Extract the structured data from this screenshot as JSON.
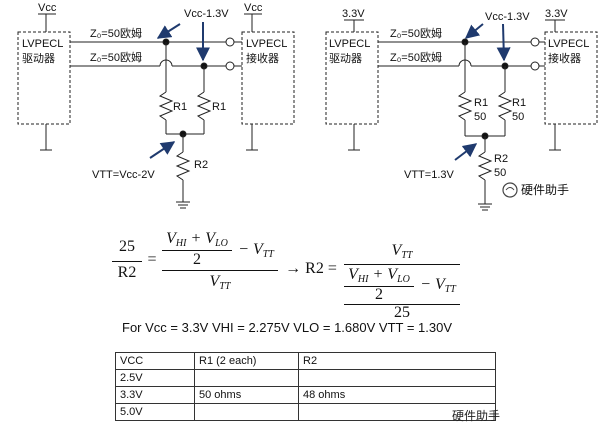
{
  "left_circuit": {
    "vcc_left": "Vcc",
    "vcc_right": "Vcc",
    "vcc_annotation": "Vcc-1.3V",
    "z0_top": "Z₀=50欧姆",
    "z0_bottom": "Z₀=50欧姆",
    "driver_line1": "LVPECL",
    "driver_line2": "驱动器",
    "receiver_line1": "LVPECL",
    "receiver_line2": "接收器",
    "r1_left": "R1",
    "r1_right": "R1",
    "r2": "R2",
    "vtt_label": "VTT=Vcc-2V"
  },
  "right_circuit": {
    "vcc_left": "3.3V",
    "vcc_right": "3.3V",
    "vcc_annotation": "Vcc-1.3V",
    "z0_top": "Z₀=50欧姆",
    "z0_bottom": "Z₀=50欧姆",
    "driver_line1": "LVPECL",
    "driver_line2": "驱动器",
    "receiver_line1": "LVPECL",
    "receiver_line2": "接收器",
    "r1_left": "R1",
    "r1_left_value": "50",
    "r1_right": "R1",
    "r1_right_value": "50",
    "r2": "R2",
    "r2_value": "50",
    "vtt_label": "VTT=1.3V"
  },
  "watermark": "硬件助手",
  "formula": {
    "lhs_num": "25",
    "lhs_den": "R2",
    "eq": "=",
    "arrow": "→ R2 =",
    "terms": "V_HI + V_LO",
    "two": "2",
    "minus_vtt": "− V_TT",
    "vtt": "V_TT",
    "den_25": "25"
  },
  "condition_text": "For Vcc = 3.3V VHI = 2.275V VLO = 1.680V VTT = 1.30V",
  "table": {
    "headers": [
      "VCC",
      "R1 (2 each)",
      "R2"
    ],
    "rows": [
      [
        "2.5V",
        "",
        ""
      ],
      [
        "3.3V",
        "50 ohms",
        "48 ohms"
      ],
      [
        "5.0V",
        "",
        ""
      ]
    ]
  },
  "watermark_bottom": "硬件助手"
}
